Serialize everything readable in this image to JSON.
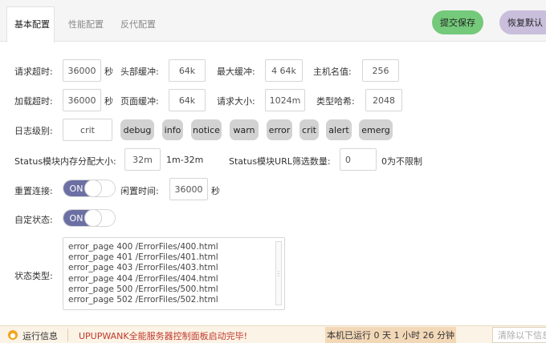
{
  "tabs": [
    {
      "label": "基本配置",
      "active": true
    },
    {
      "label": "性能配置",
      "active": false
    },
    {
      "label": "反代配置",
      "active": false
    }
  ],
  "actions": {
    "submit": "提交保存",
    "restore": "恢复默认"
  },
  "row1": {
    "timeout_label": "请求超时:",
    "timeout_value": "36000",
    "timeout_unit": "秒",
    "header_buffer_label": "头部缓冲:",
    "header_buffer_value": "64k",
    "max_buffer_label": "最大缓冲:",
    "max_buffer_value": "4 64k",
    "hostname_label": "主机名值:",
    "hostname_value": "256"
  },
  "row2": {
    "load_timeout_label": "加载超时:",
    "load_timeout_value": "36000",
    "load_timeout_unit": "秒",
    "page_buffer_label": "页面缓冲:",
    "page_buffer_value": "64k",
    "request_size_label": "请求大小:",
    "request_size_value": "1024m",
    "type_hash_label": "类型哈希:",
    "type_hash_value": "2048"
  },
  "log": {
    "label": "日志级别:",
    "value": "crit",
    "levels": [
      "debug",
      "info",
      "notice",
      "warn",
      "error",
      "crit",
      "alert",
      "emerg"
    ]
  },
  "status_module": {
    "memory_label": "Status模块内存分配大小:",
    "memory_value": "32m",
    "memory_hint": "1m-32m",
    "url_filter_label": "Status模块URL筛选数量:",
    "url_filter_value": "0",
    "url_filter_hint": "0为不限制"
  },
  "reset_conn": {
    "label": "重置连接:",
    "toggle": "ON",
    "idle_label": "闲置时间:",
    "idle_value": "36000",
    "idle_unit": "秒"
  },
  "custom_status": {
    "label": "自定状态:",
    "toggle": "ON"
  },
  "status_types": {
    "label": "状态类型:",
    "lines": [
      "error_page 400 /ErrorFiles/400.html",
      "error_page 401 /ErrorFiles/401.html",
      "error_page 403 /ErrorFiles/403.html",
      "error_page 404 /ErrorFiles/404.html",
      "error_page 500 /ErrorFiles/500.html",
      "error_page 502 /ErrorFiles/502.html"
    ]
  },
  "statusbar": {
    "title": "运行信息",
    "message": "UPUPWANK全能服务器控制面板启动完毕!",
    "uptime": "本机已运行 0 天 1 小时 26 分钟",
    "clear": "清除以下信息"
  }
}
